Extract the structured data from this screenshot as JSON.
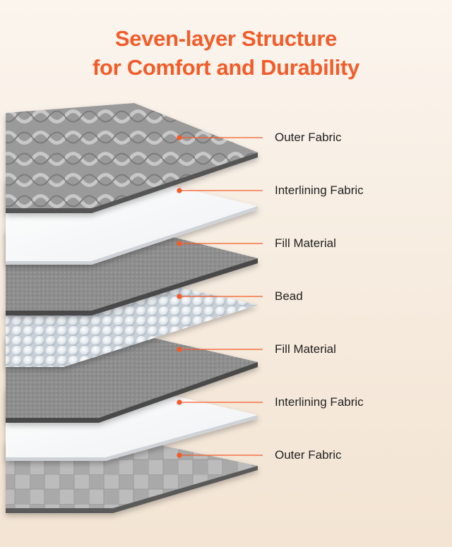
{
  "title": {
    "line1": "Seven-layer Structure",
    "line2": "for Comfort and Durability"
  },
  "accent_color": "#f25c2a",
  "layers": [
    {
      "label": "Outer Fabric",
      "material": "quilted-gray-fabric"
    },
    {
      "label": "Interlining Fabric",
      "material": "white-fabric"
    },
    {
      "label": "Fill Material",
      "material": "gray-felt"
    },
    {
      "label": "Bead",
      "material": "white-beads"
    },
    {
      "label": "Fill Material",
      "material": "gray-felt"
    },
    {
      "label": "Interlining Fabric",
      "material": "white-fabric"
    },
    {
      "label": "Outer Fabric",
      "material": "gray-checkered-fabric"
    }
  ]
}
